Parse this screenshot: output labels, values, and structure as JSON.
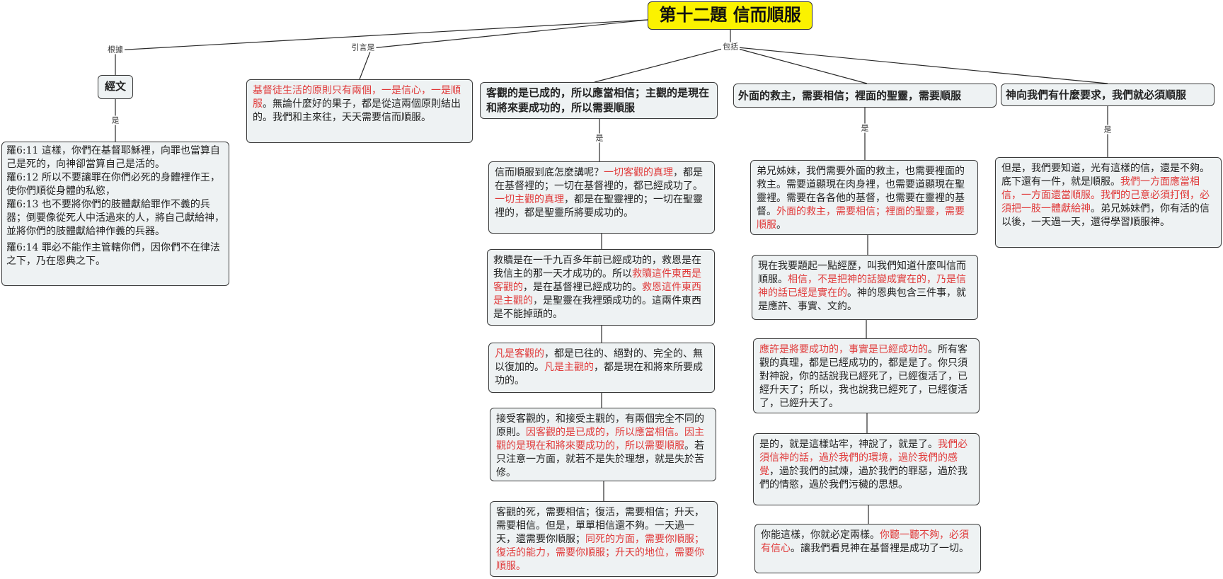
{
  "title": "第十二題  信而順服",
  "labels": {
    "genju": "根據",
    "yinyan": "引言是",
    "baokuo": "包括",
    "shi_jingwen": "是",
    "shi_col1": "是",
    "shi_col2": "是",
    "shi_col3": "是"
  },
  "jingwen": {
    "header": "經文",
    "verses": [
      "羅6:11  這樣，你們在基督耶穌裡，向罪也當算自己是死的，向神卻當算自己是活的。",
      "羅6:12  所以不要讓罪在你們必死的身體裡作王，使你們順從身體的私慾，",
      "羅6:13  也不要將你們的肢體獻給罪作不義的兵器；倒要像從死人中活過來的人，將自己獻給神，並將你們的肢體獻給神作義的兵器。",
      "羅6:14  罪必不能作主管轄你們，因你們不在律法之下，乃在恩典之下。"
    ]
  },
  "intro": {
    "segments": [
      {
        "text": "基督徒生活的原則只有兩個，一是信心，一是順服",
        "red": true
      },
      {
        "text": "。無論什麼好的果子，都是從這兩個原則結出的。我們和主來往，天天需要信而順服。",
        "red": false
      }
    ]
  },
  "col1": {
    "header": "客觀的是已成的，所以應當相信；主觀的是現在和將來要成功的，所以需要順服",
    "cards": [
      {
        "segments": [
          {
            "text": "信而順服到底怎麼講呢？",
            "red": false
          },
          {
            "text": "一切客觀的真理",
            "red": true
          },
          {
            "text": "，都是在基督裡的；一切在基督裡的，都已經成功了。",
            "red": false
          },
          {
            "text": "一切主觀的真理",
            "red": true
          },
          {
            "text": "，都是在聖靈裡的；一切在聖靈裡的，都是聖靈所將要成功的。",
            "red": false
          }
        ]
      },
      {
        "segments": [
          {
            "text": "救贖是在一千九百多年前已經成功的，救恩是在我信主的那一天才成功的。所以",
            "red": false
          },
          {
            "text": "救贖這件東西是客觀的",
            "red": true
          },
          {
            "text": "，是在基督裡已經成功的。",
            "red": false
          },
          {
            "text": "救恩這件東西是主觀的",
            "red": true
          },
          {
            "text": "，是聖靈在我裡頭成功的。這兩件東西是不能掉頭的。",
            "red": false
          }
        ]
      },
      {
        "segments": [
          {
            "text": "凡是客觀的",
            "red": true
          },
          {
            "text": "，都是已往的、絕對的、完全的、無以復加的。",
            "red": false
          },
          {
            "text": "凡是主觀的",
            "red": true
          },
          {
            "text": "，都是現在和將來所要成功的。",
            "red": false
          }
        ]
      },
      {
        "segments": [
          {
            "text": "接受客觀的，和接受主觀的，有兩個完全不同的原則。",
            "red": false
          },
          {
            "text": "因客觀的是已成的，所以應當相信。因主觀的是現在和將來要成功的，所以需要順服",
            "red": true
          },
          {
            "text": "。若只注意一方面，就若不是失於理想，就是失於苦修。",
            "red": false
          }
        ]
      },
      {
        "segments": [
          {
            "text": "客觀的死，需要相信；復活，需要相信；升天，需要相信。但是，單單相信還不夠。一天過一天，還需要你順服；",
            "red": false
          },
          {
            "text": "同死的方面，需要你順服；復活的能力，需要你順服；升天的地位，需要你順服。",
            "red": true
          }
        ]
      }
    ]
  },
  "col2": {
    "header": "外面的救主，需要相信；裡面的聖靈，需要順服",
    "cards": [
      {
        "segments": [
          {
            "text": "弟兄姊妹，我們需要外面的救主，也需要裡面的救主。需要道顯現在肉身裡，也需要道顯現在聖靈裡。需要在各各他的基督，也需要在靈裡的基督。",
            "red": false
          },
          {
            "text": "外面的救主，需要相信；裡面的聖靈，需要順服",
            "red": true
          },
          {
            "text": "。",
            "red": false
          }
        ]
      },
      {
        "segments": [
          {
            "text": "現在我要題起一點經歷，叫我們知道什麼叫信而順服。",
            "red": false
          },
          {
            "text": "相信，不是把神的話變成實在的，乃是信神的話已經是實在的",
            "red": true
          },
          {
            "text": "。神的恩典包含三件事，就是應許、事實、文約。",
            "red": false
          }
        ]
      },
      {
        "segments": [
          {
            "text": "應許是將要成功的，事實是已經成功的",
            "red": true
          },
          {
            "text": "。所有客觀的真理，都是已經成功的，都是是了。你只須對神說，你的話說我已經死了，已經復活了，已經升天了；所以，我也說我已經死了，已經復活了，已經升天了。",
            "red": false
          }
        ]
      },
      {
        "segments": [
          {
            "text": "是的，就是這樣站牢，神說了，就是了。",
            "red": false
          },
          {
            "text": "我們必須信神的話，過於我們的環境，過於我們的感覺",
            "red": true
          },
          {
            "text": "，過於我們的試煉，過於我們的罪惡，過於我們的情慾，過於我們污穢的思想。",
            "red": false
          }
        ]
      },
      {
        "segments": [
          {
            "text": "你能這樣，你就必定兩樣。",
            "red": false
          },
          {
            "text": "你聽一聽不夠，必須有信心",
            "red": true
          },
          {
            "text": "。讓我們看見神在基督裡是成功了一切。",
            "red": false
          }
        ]
      }
    ]
  },
  "col3": {
    "header": "神向我們有什麼要求，我們就必須順服",
    "cards": [
      {
        "segments": [
          {
            "text": "但是，我們要知道，光有這樣的信，還是不夠。底下還有一件，就是順服。",
            "red": false
          },
          {
            "text": "我們一方面應當相信，一方面還當順服。我們的己意必須打倒，必須把一肢一體獻給神",
            "red": true
          },
          {
            "text": "。弟兄姊妹們，你有活的信以後，一天過一天，還得學習順服神。",
            "red": false
          }
        ]
      }
    ]
  }
}
